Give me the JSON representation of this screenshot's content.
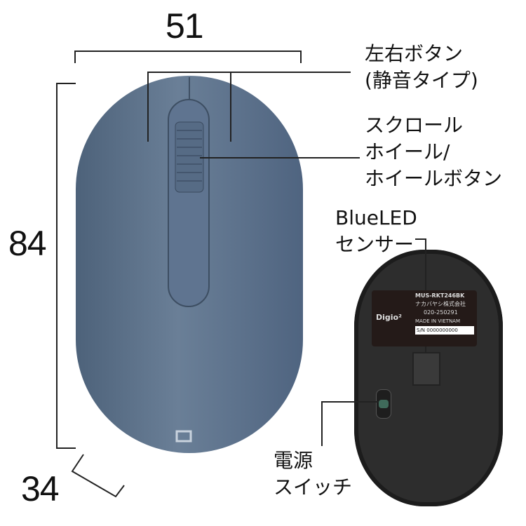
{
  "dimensions": {
    "width": "51",
    "height": "84",
    "depth": "34"
  },
  "labels": {
    "buttons_line1": "左右ボタン",
    "buttons_line2": "(静音タイプ)",
    "scroll_line1": "スクロール",
    "scroll_line2": "ホイール/",
    "scroll_line3": "ホイールボタン",
    "sensor_line1": "BlueLED",
    "sensor_line2": "センサー",
    "switch_line1": "電源",
    "switch_line2": "スイッチ"
  },
  "sticker": {
    "brand": "Digio²",
    "model": "MUS-RKT246BK",
    "maker": "ナカバヤシ株式会社",
    "cert": "020-250291",
    "origin": "MADE IN VIETNAM",
    "serial_prefix": "S/N",
    "serial": "0000000000"
  },
  "colors": {
    "mouse_top": "#5b7189",
    "mouse_bottom": "#2a2a2a",
    "sticker": "#241a18"
  }
}
